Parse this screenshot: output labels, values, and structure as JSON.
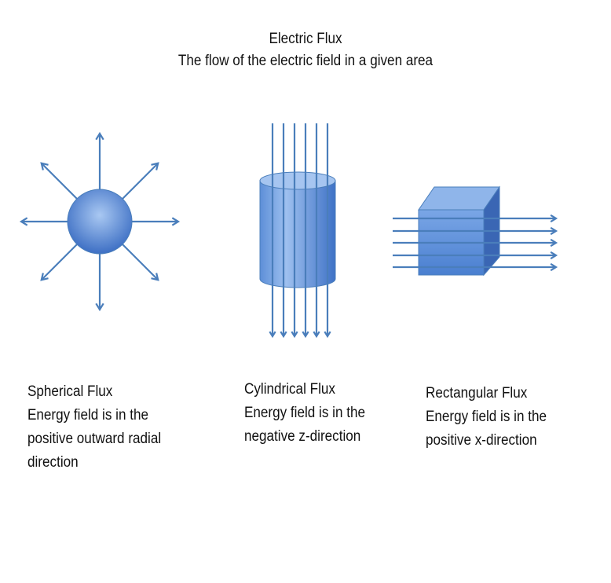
{
  "title": "Electric Flux",
  "subtitle": "The flow of the electric field in a given area",
  "panels": [
    {
      "name": "Spherical Flux",
      "lines": [
        "Energy field is in the",
        "positive outward radial",
        "direction"
      ]
    },
    {
      "name": "Cylindrical Flux",
      "lines": [
        "Energy field is in the",
        "negative z-direction"
      ]
    },
    {
      "name": "Rectangular Flux",
      "lines": [
        "Energy field is in the",
        "positive x-direction"
      ]
    }
  ],
  "colors": {
    "arrow": "#4a7ebb",
    "fill_light": "#8fb5ea",
    "fill_dark": "#3d6fc4",
    "text": "#111111"
  }
}
